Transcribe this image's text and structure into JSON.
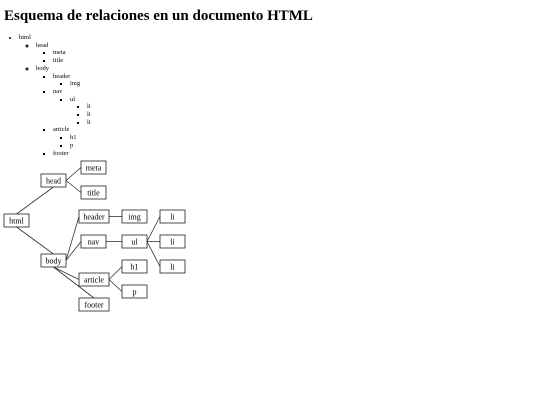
{
  "title": "Esquema de relaciones en un documento HTML",
  "outline": {
    "label": "html",
    "children": [
      {
        "label": "head",
        "children": [
          {
            "label": "meta"
          },
          {
            "label": "title"
          }
        ]
      },
      {
        "label": "body",
        "children": [
          {
            "label": "header",
            "children": [
              {
                "label": "img"
              }
            ]
          },
          {
            "label": "nav",
            "children": [
              {
                "label": "ul",
                "children": [
                  {
                    "label": "li"
                  },
                  {
                    "label": "li"
                  },
                  {
                    "label": "li"
                  }
                ]
              }
            ]
          },
          {
            "label": "article",
            "children": [
              {
                "label": "h1"
              },
              {
                "label": "p"
              }
            ]
          },
          {
            "label": "footer"
          }
        ]
      }
    ]
  },
  "diagram": {
    "nodes": [
      {
        "id": "html",
        "label": "html"
      },
      {
        "id": "head",
        "label": "head"
      },
      {
        "id": "meta",
        "label": "meta"
      },
      {
        "id": "title",
        "label": "title"
      },
      {
        "id": "body",
        "label": "body"
      },
      {
        "id": "header",
        "label": "header"
      },
      {
        "id": "img",
        "label": "img"
      },
      {
        "id": "nav",
        "label": "nav"
      },
      {
        "id": "ul",
        "label": "ul"
      },
      {
        "id": "li1",
        "label": "li"
      },
      {
        "id": "li2",
        "label": "li"
      },
      {
        "id": "li3",
        "label": "li"
      },
      {
        "id": "article",
        "label": "article"
      },
      {
        "id": "h1",
        "label": "h1"
      },
      {
        "id": "p",
        "label": "p"
      },
      {
        "id": "footer",
        "label": "footer"
      }
    ],
    "edges": [
      [
        "html",
        "head"
      ],
      [
        "html",
        "body"
      ],
      [
        "head",
        "meta"
      ],
      [
        "head",
        "title"
      ],
      [
        "body",
        "header"
      ],
      [
        "body",
        "nav"
      ],
      [
        "body",
        "article"
      ],
      [
        "body",
        "footer"
      ],
      [
        "header",
        "img"
      ],
      [
        "nav",
        "ul"
      ],
      [
        "ul",
        "li1"
      ],
      [
        "ul",
        "li2"
      ],
      [
        "ul",
        "li3"
      ],
      [
        "article",
        "h1"
      ],
      [
        "article",
        "p"
      ]
    ]
  }
}
